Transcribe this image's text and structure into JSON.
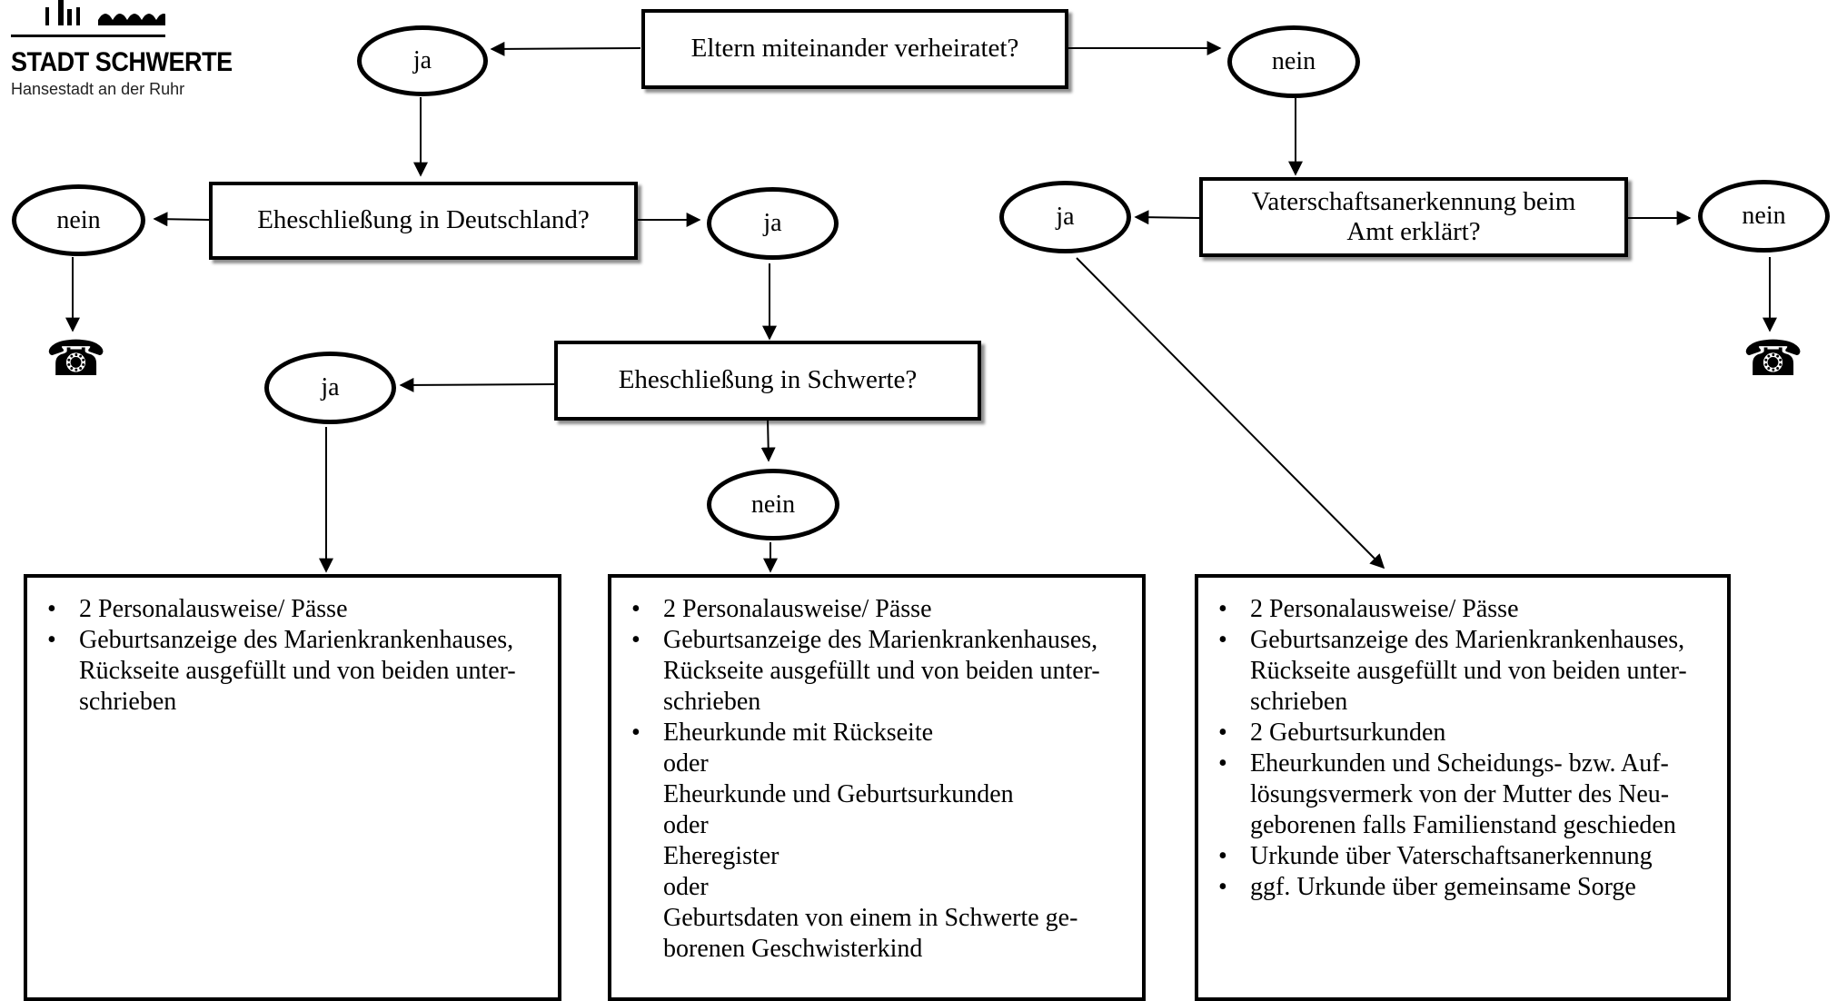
{
  "logo": {
    "name": "STADT SCHWERTE",
    "subtitle": "Hansestadt an der Ruhr"
  },
  "nodes": {
    "q_married": "Eltern miteinander verheiratet?",
    "married_yes": "ja",
    "married_no": "nein",
    "q_marriage_germany": "Eheschließung in Deutschland?",
    "germany_no": "nein",
    "germany_yes": "ja",
    "q_paternity": {
      "line1": "Vaterschaftsanerkennung beim",
      "line2": "Amt erklärt?"
    },
    "paternity_yes": "ja",
    "paternity_no": "nein",
    "q_marriage_schwerte": "Eheschließung in Schwerte?",
    "schwerte_yes": "ja",
    "schwerte_no": "nein"
  },
  "documents": {
    "box_left": [
      {
        "lines": [
          "2 Personalausweise/ Pässe"
        ]
      },
      {
        "lines": [
          "Geburtsanzeige des Marienkrankenhauses,",
          "Rückseite ausgefüllt und von beiden unter-",
          "schrieben"
        ]
      }
    ],
    "box_middle": [
      {
        "lines": [
          "2 Personalausweise/ Pässe"
        ]
      },
      {
        "lines": [
          "Geburtsanzeige des Marienkrankenhauses,",
          "Rückseite ausgefüllt und von beiden unter-",
          "schrieben"
        ]
      },
      {
        "lines": [
          "Eheurkunde mit Rückseite",
          "oder",
          "Eheurkunde und Geburtsurkunden",
          "oder",
          "Eheregister",
          "oder",
          "Geburtsdaten von einem in Schwerte ge-",
          "borenen Geschwisterkind"
        ]
      }
    ],
    "box_right": [
      {
        "lines": [
          "2 Personalausweise/ Pässe"
        ]
      },
      {
        "lines": [
          "Geburtsanzeige des Marienkrankenhauses,",
          "Rückseite ausgefüllt und von beiden unter-",
          "schrieben"
        ]
      },
      {
        "lines": [
          "2 Geburtsurkunden"
        ]
      },
      {
        "lines": [
          "Eheurkunden und Scheidungs- bzw. Auf-",
          "lösungsvermerk von der Mutter des Neu-",
          "geborenen falls Familienstand geschieden"
        ]
      },
      {
        "lines": [
          "Urkunde über Vaterschaftsanerkennung"
        ]
      },
      {
        "lines": [
          "ggf. Urkunde über gemeinsame Sorge"
        ]
      }
    ]
  },
  "icons": {
    "phone_left": "telephone-icon",
    "phone_right": "telephone-icon"
  }
}
